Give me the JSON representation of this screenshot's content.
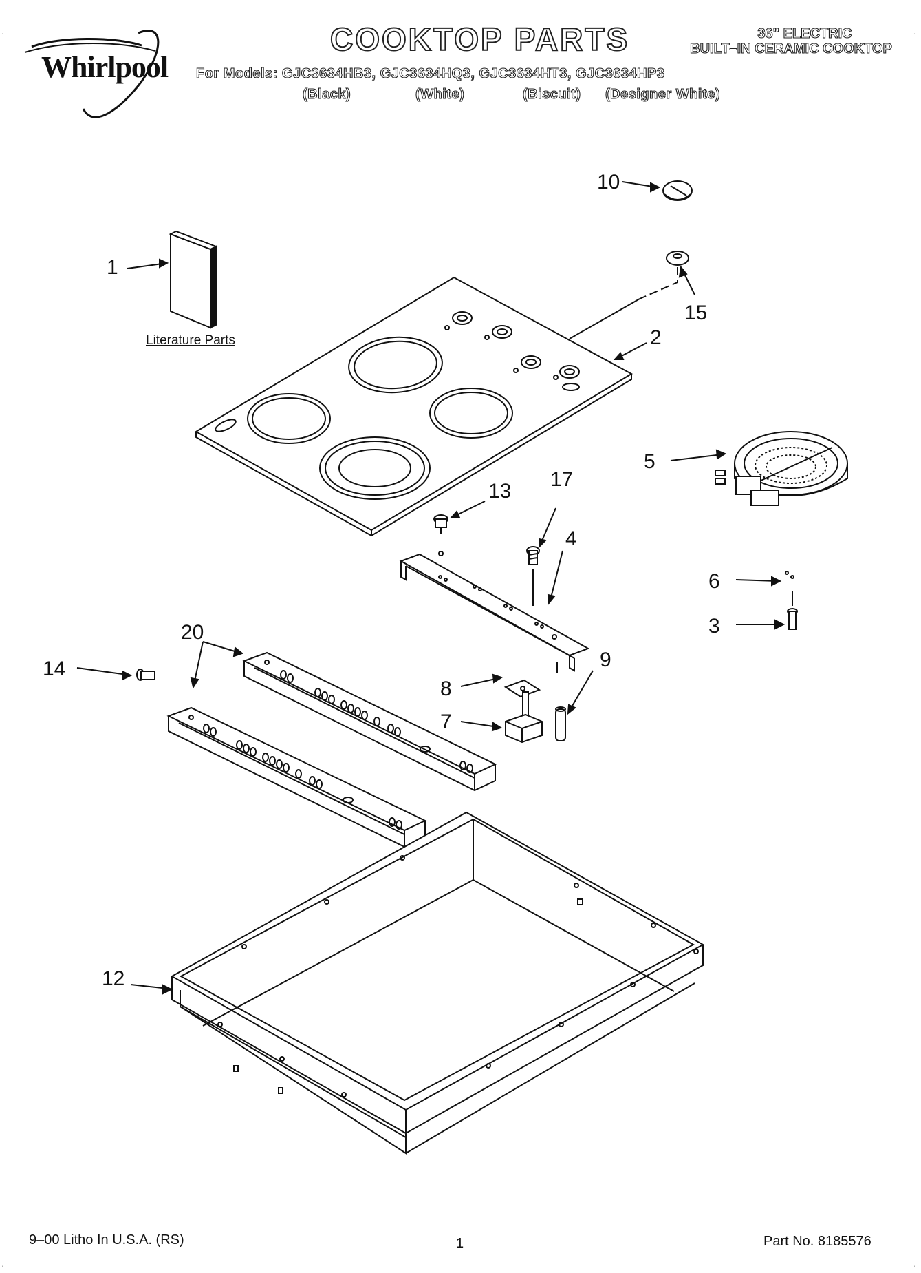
{
  "header": {
    "brand": "Whirlpool",
    "title": "COOKTOP PARTS",
    "models_line": "For Models: GJC3634HB3, GJC3634HQ3, GJC3634HT3, GJC3634HP3",
    "colors": [
      "(Black)",
      "(White)",
      "(Biscuit)",
      "(Designer White)"
    ],
    "product_line1": "36\" ELECTRIC",
    "product_line2": "BUILT–IN CERAMIC COOKTOP"
  },
  "literature_label": "Literature Parts",
  "callouts": {
    "c1": "1",
    "c2": "2",
    "c3": "3",
    "c4": "4",
    "c5": "5",
    "c6": "6",
    "c7": "7",
    "c8": "8",
    "c9": "9",
    "c10": "10",
    "c12": "12",
    "c13": "13",
    "c14": "14",
    "c15": "15",
    "c17": "17",
    "c20": "20"
  },
  "footer": {
    "litho": "9–00 Litho In U.S.A. (RS)",
    "page": "1",
    "part_no": "Part No. 8185576"
  },
  "colors_used": {
    "ink": "#111111",
    "paper": "#ffffff"
  }
}
